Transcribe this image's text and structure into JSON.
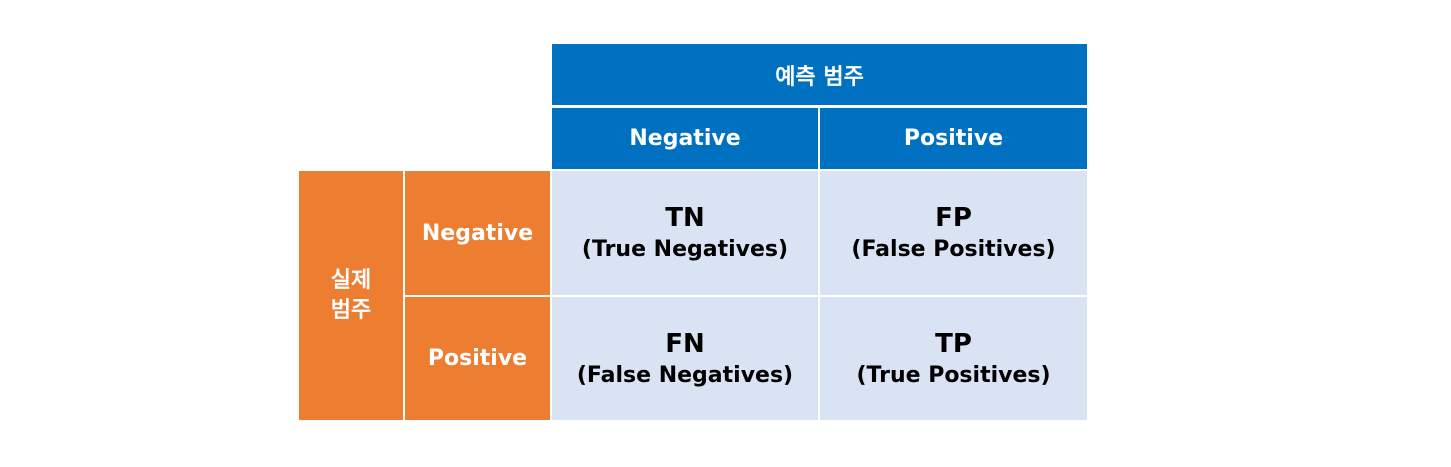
{
  "predicted": {
    "title": "예측 범주",
    "negative": "Negative",
    "positive": "Positive"
  },
  "actual": {
    "title_line1": "실제",
    "title_line2": "범주",
    "negative": "Negative",
    "positive": "Positive"
  },
  "matrix": {
    "tn": {
      "abbr": "TN",
      "full": "(True Negatives)"
    },
    "fp": {
      "abbr": "FP",
      "full": "(False Positives)"
    },
    "fn": {
      "abbr": "FN",
      "full": "(False Negatives)"
    },
    "tp": {
      "abbr": "TP",
      "full": "(True Positives)"
    }
  },
  "colors": {
    "predicted_header": "#0070c0",
    "actual_header": "#ed7d31",
    "matrix_cell": "#dae3f3"
  }
}
